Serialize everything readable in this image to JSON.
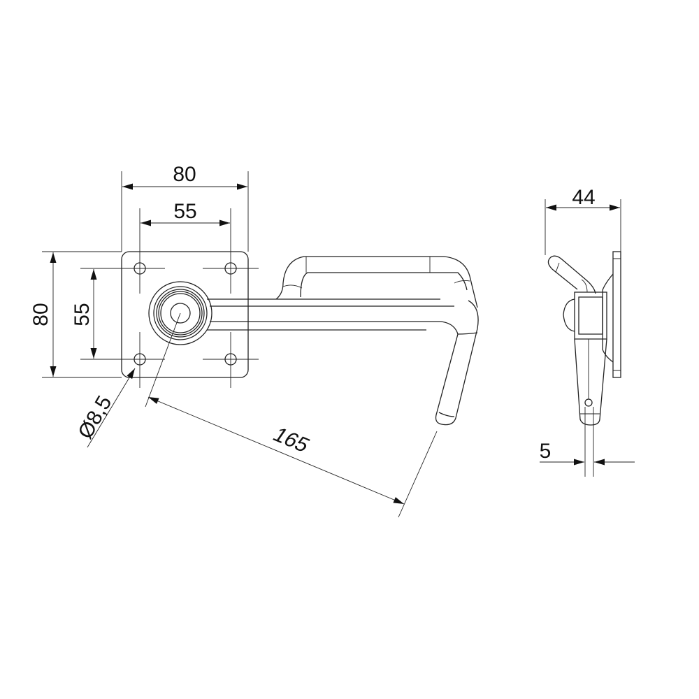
{
  "drawing": {
    "front_view": {
      "width_outer": "80",
      "width_holes": "55",
      "height_outer": "80",
      "height_holes": "55",
      "hole_diameter": "Ø8,5",
      "lever_length": "165"
    },
    "side_view": {
      "depth": "44",
      "thickness": "5"
    },
    "line_color": "#222222"
  }
}
